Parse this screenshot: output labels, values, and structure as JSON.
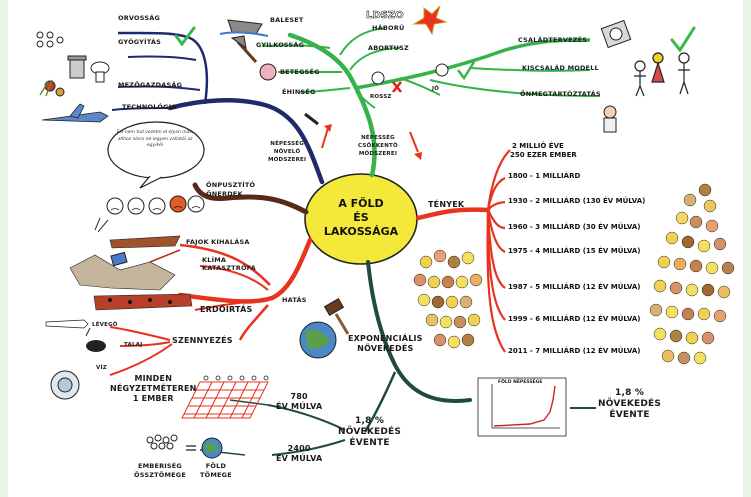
{
  "center": {
    "line1": "A FÖLD",
    "line2": "ÉS",
    "line3": "LAKOSSÁGA"
  },
  "top_left_branch": {
    "items": [
      "ORVOSSÁG",
      "GYÓGYÍTÁS",
      "MEZŐGAZDASÁG",
      "TECHNOLÓGIA"
    ],
    "method_l1": "NÉPESSÉG",
    "method_l2": "NÖVELŐ",
    "method_l3": "MÓDSZEREI"
  },
  "top_middle_branch": {
    "items": [
      "BALESET",
      "HÁBORÚ",
      "GYILKOSSÁG",
      "ABORTUSZ",
      "BETEGSÉG",
      "ÉHINSÉG"
    ],
    "bad": "ROSSZ",
    "good": "JÓ",
    "method_l1": "NÉPESSÉG",
    "method_l2": "CSÖKKENTŐ",
    "method_l3": "MÓDSZEREI"
  },
  "top_right_branch": {
    "items": [
      "CSALÁDTERVEZÉS",
      "KISCSALÁD MODELL",
      "ÖNMEGTARTÓZTATÁS"
    ]
  },
  "left_branch": {
    "bubble": "Fel nem tud vezetni el olyan más, ahhoz nincs ne legyen vallatói az egyikéi",
    "self_l1": "ÖNPUSZTÍTÓ",
    "self_l2": "ÖNERDEK"
  },
  "hatas_branch": {
    "label": "HATÁS",
    "items": [
      "FAJOK KIHALÁSA",
      "KLÍMA",
      "KATASZTRÓFA",
      "ERDŐIRTÁS",
      "SZENNYEZÉS",
      "LÉVEGŐ",
      "TALAJ",
      "VÍZ"
    ]
  },
  "bottom_branch": {
    "people_l1": "MINDEN",
    "people_l2": "NÉGYZETMÉTEREN",
    "people_l3": "1 EMBER",
    "y780": "780",
    "y780_l2": "ÉV MÚLVA",
    "y2400": "2400",
    "y2400_l2": "ÉV MÚLVA",
    "mass_l1": "EMBERISÉG",
    "mass_l2": "ÖSSZTÖMEGE",
    "earth_l1": "FÖLD",
    "earth_l2": "TÖMEGE",
    "growth_l1": "1,8 %",
    "growth_l2": "NÖVEKEDÉS",
    "growth_l3": "ÉVENTE",
    "expo_l1": "EXPONENCIÁLIS",
    "expo_l2": "NÖVEKEDÉS"
  },
  "facts_branch": {
    "label": "TÉNYEK",
    "facts": [
      "2 MILLIÓ ÉVE",
      "250 EZER EMBER",
      "1800 -   1 MILLIÁRD",
      "1930 -   2 MILLIÁRD  (130 ÉV MÚLVA)",
      "1960 - 3 MILLIÁRD (30 ÉV MÚLVA)",
      "1975 - 4 MILLIÁRD (15 ÉV MÚLVA)",
      "1987 - 5 MILLIÁRD (12 ÉV MÚLVA)",
      "1999 - 6 MILLIÁRD (12 ÉV MÚLVA)",
      "2011 - 7 MILLIÁRD (12 ÉV MÚLVA)"
    ],
    "graph_title": "FÖLD NÉPESSÉGE",
    "growth_l1": "1,8 %",
    "growth_l2": "NÖVEKEDÉS",
    "growth_l3": "ÉVENTE"
  },
  "colors": {
    "background": "#e8f4e4",
    "center": "#f4e93a",
    "dark_blue": "#1f2a6b",
    "green": "#35b34a",
    "red": "#e8331f",
    "dark_green": "#1d4d3a",
    "brown": "#5a2a18",
    "check": "#3ab84a",
    "cross": "#e02020"
  }
}
